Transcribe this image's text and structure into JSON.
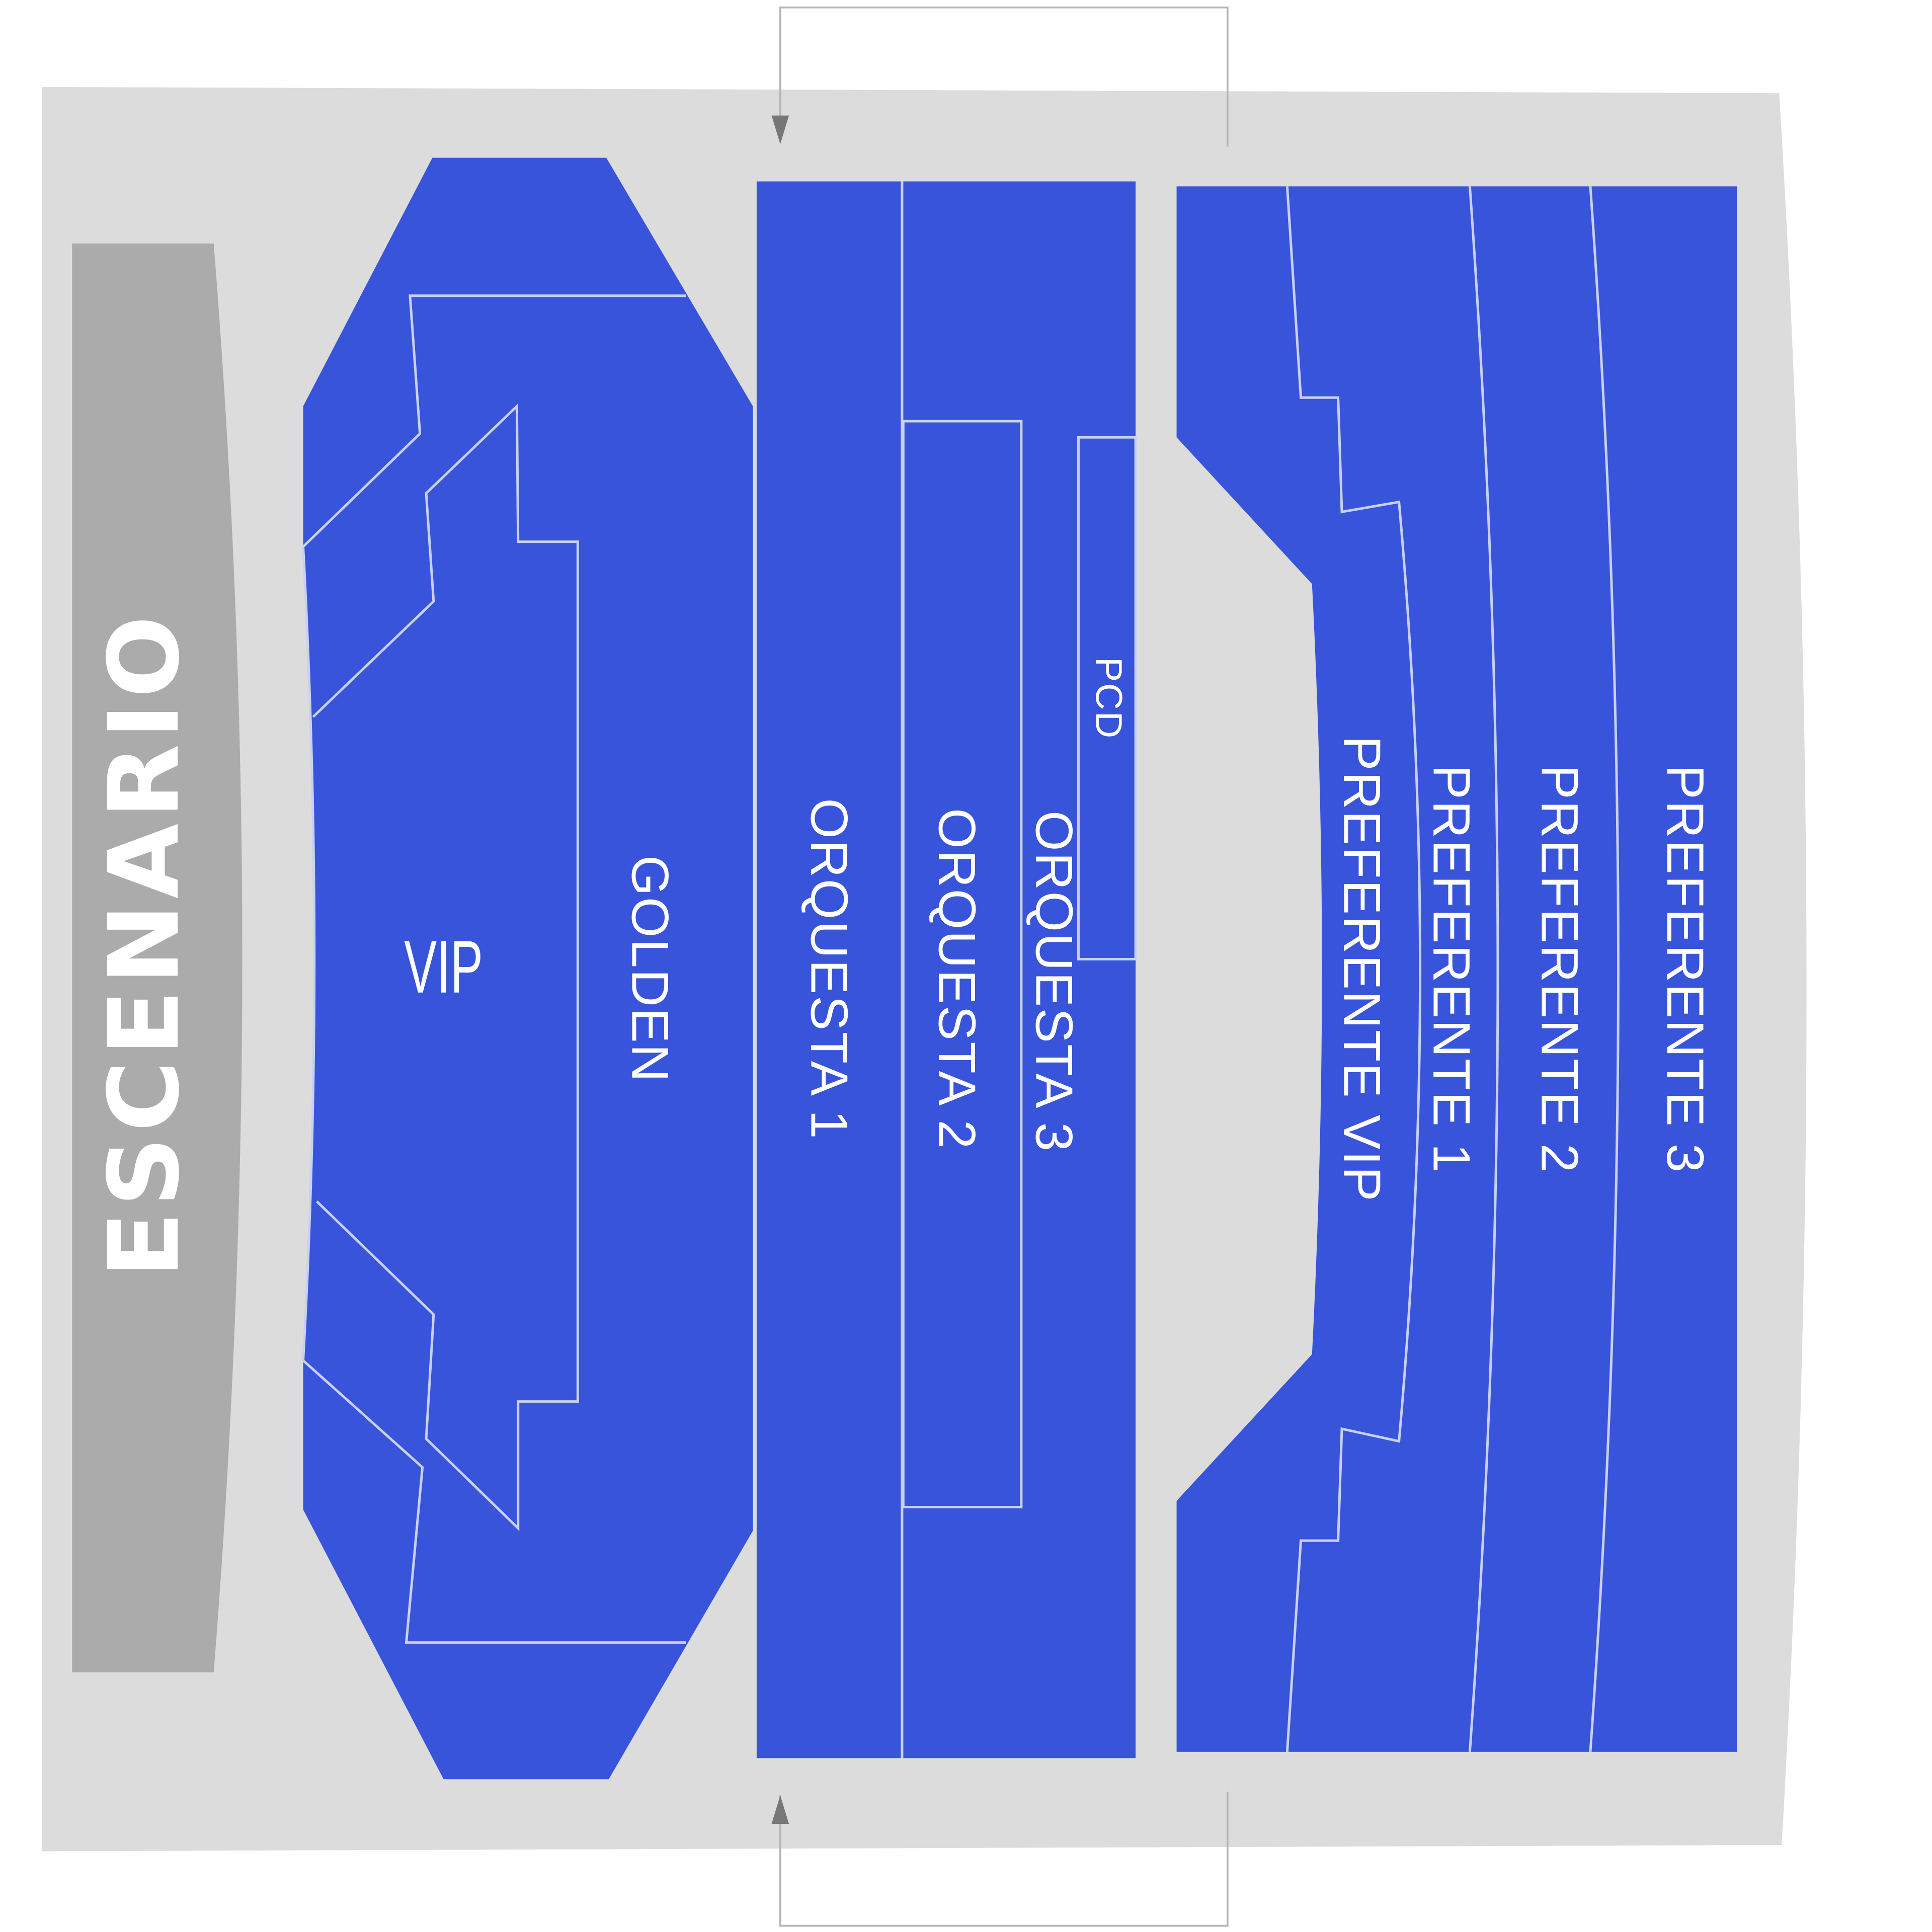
{
  "venue": {
    "stage_label": "ESCENARIO",
    "colors": {
      "section": "#3754DB",
      "section_line": "#c9d0f3",
      "floor": "#dcdcdc",
      "stage": "#ababab",
      "page": "#ffffff",
      "connector": "#b5b5b5",
      "arrow": "#777777"
    },
    "sections": {
      "vip": "VIP",
      "golden": "GOLDEN",
      "orquesta_1": "ORQUESTA 1",
      "orquesta_2": "ORQUESTA 2",
      "orquesta_3": "ORQUESTA 3",
      "pcd": "PCD",
      "preferente_vip": "PREFERENTE VIP",
      "preferente_1": "PREFERENTE 1",
      "preferente_2": "PREFERENTE 2",
      "preferente_3": "PREFERENTE 3"
    }
  }
}
